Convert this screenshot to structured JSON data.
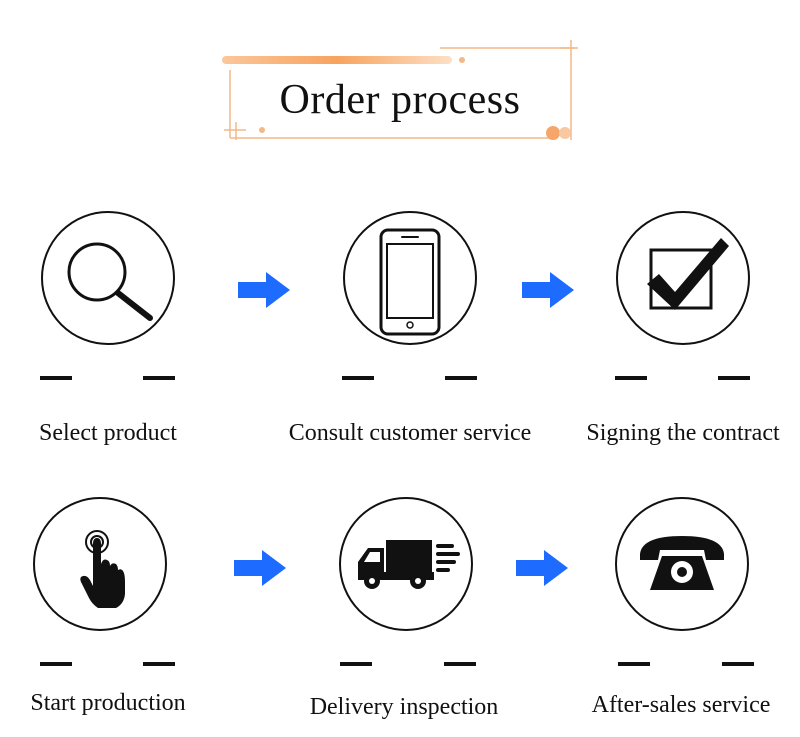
{
  "title": "Order process",
  "accent_color": "#f2a867",
  "arrow_color": "#1e6bff",
  "steps": [
    {
      "label": "Select product",
      "icon": "magnifier-icon"
    },
    {
      "label": "Consult customer service",
      "icon": "smartphone-icon"
    },
    {
      "label": "Signing the contract",
      "icon": "checkbox-check-icon"
    },
    {
      "label": "Start production",
      "icon": "finger-tap-icon"
    },
    {
      "label": "Delivery inspection",
      "icon": "delivery-truck-icon"
    },
    {
      "label": "After-sales service",
      "icon": "telephone-icon"
    }
  ]
}
